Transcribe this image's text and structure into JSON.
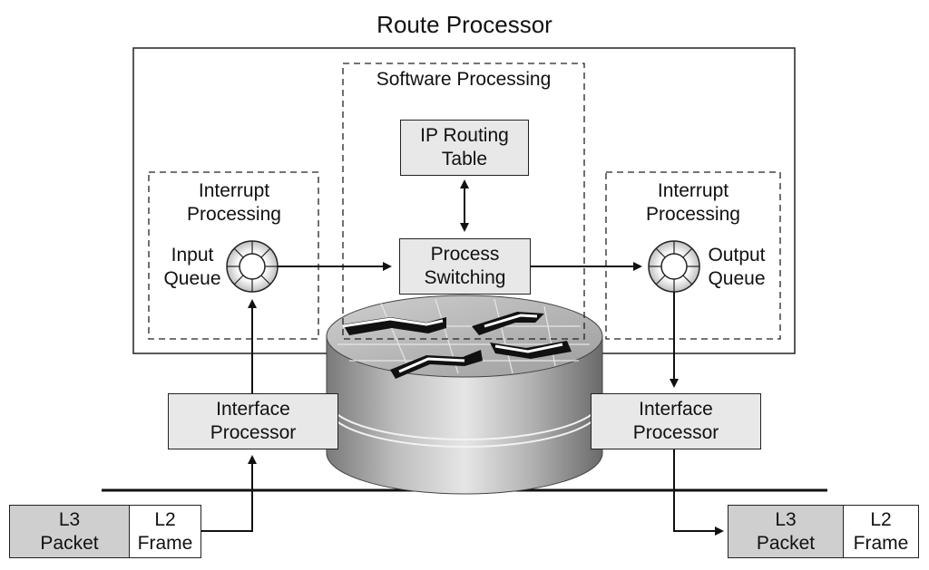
{
  "title": "Route Processor",
  "software_processing": "Software Processing",
  "ip_routing_table": [
    "IP Routing",
    "Table"
  ],
  "process_switching": [
    "Process",
    "Switching"
  ],
  "left_interrupt": [
    "Interrupt",
    "Processing"
  ],
  "right_interrupt": [
    "Interrupt",
    "Processing"
  ],
  "input_queue": [
    "Input",
    "Queue"
  ],
  "output_queue": [
    "Output",
    "Queue"
  ],
  "left_interface_processor": [
    "Interface",
    "Processor"
  ],
  "right_interface_processor": [
    "Interface",
    "Processor"
  ],
  "left_frame": {
    "l3": [
      "L3",
      "Packet"
    ],
    "l2": [
      "L2",
      "Frame"
    ]
  },
  "right_frame": {
    "l3": [
      "L3",
      "Packet"
    ],
    "l2": [
      "L2",
      "Frame"
    ]
  }
}
